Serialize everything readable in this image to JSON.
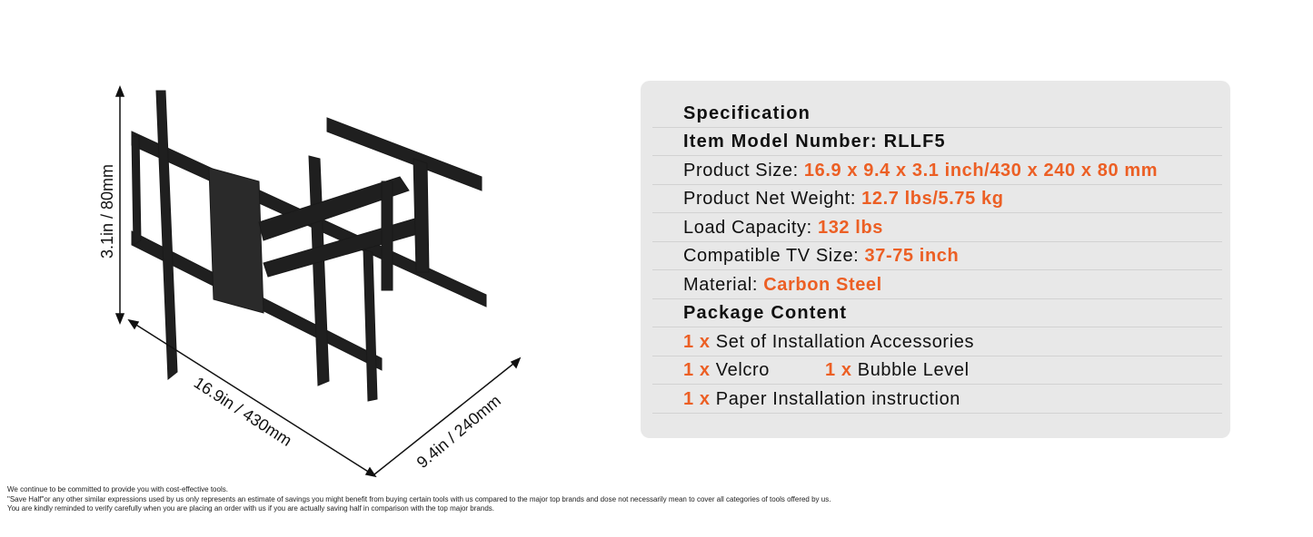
{
  "dimensions": {
    "height_label": "3.1in / 80mm",
    "width_label": "16.9in / 430mm",
    "depth_label": "9.4in / 240mm"
  },
  "spec": {
    "title": "Specification",
    "model": "Item Model Number: RLLF5",
    "rows": [
      {
        "label": "Product Size: ",
        "value": "16.9 x 9.4 x 3.1 inch/430 x 240 x 80 mm"
      },
      {
        "label": "Product Net Weight: ",
        "value": "12.7 lbs/5.75 kg"
      },
      {
        "label": "Load Capacity: ",
        "value": "132 lbs"
      },
      {
        "label": "Compatible TV Size: ",
        "value": "37-75 inch"
      },
      {
        "label": "Material: ",
        "value": "Carbon Steel"
      }
    ],
    "package_title": "Package Content",
    "package": {
      "item1_qty": "1 x",
      "item1": " Set of Installation Accessories",
      "item2_qty": "1 x",
      "item2": " Velcro",
      "item3_qty": "1 x",
      "item3": " Bubble Level",
      "item4_qty": "1 x",
      "item4": " Paper Installation instruction"
    }
  },
  "colors": {
    "accent": "#ec5f24",
    "panel": "#e8e8e8"
  },
  "disclaimer": [
    "We continue to be committed to provide you with cost-effective tools.",
    "\"Save Half\"or any other similar expressions used by us only represents an estimate of savings you might benefit from buying certain tools with us compared to the major top brands and dose not necessarily mean to cover all categories of tools offered by us.",
    "You are kindly reminded to verify carefully when you are placing an order with us if you are actually saving half in comparison with the top major brands."
  ]
}
